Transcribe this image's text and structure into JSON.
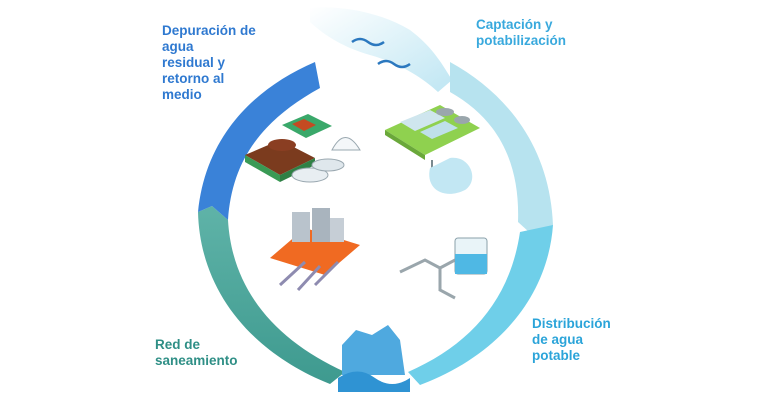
{
  "labels": {
    "depuracion": "Depuración de agua\nresidual y\nretorno al\nmedio",
    "captacion": "Captación y\npotabilización",
    "distribucion": "Distribución\nde agua\npotable",
    "red": "Red de\nsaneamiento"
  },
  "colors": {
    "depuracion": "#2f79d0",
    "captacion": "#39a9dd",
    "distribucion": "#2ba4d9",
    "red": "#2f8f86",
    "arc_blue": "#3b82d9",
    "arc_light": "#b8e4f0",
    "arc_cyan": "#6fd0ea",
    "arc_teal": "#4fa59b"
  }
}
